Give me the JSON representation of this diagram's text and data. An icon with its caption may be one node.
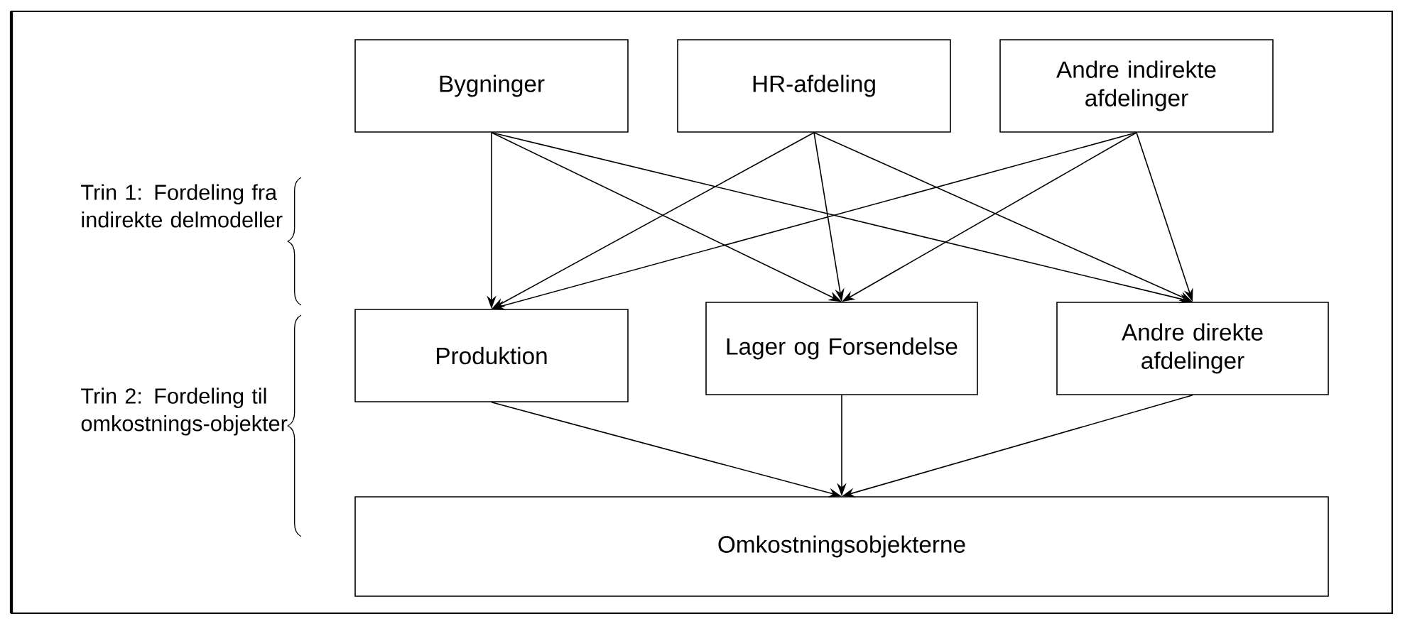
{
  "diagram": {
    "nodes": [
      {
        "text": [
          "Bygninger"
        ]
      },
      {
        "text": [
          "HR-afdeling"
        ]
      },
      {
        "text": [
          "Andre indirekte afdelinger"
        ]
      },
      {
        "text": [
          "Produktion"
        ]
      },
      {
        "text": [
          "Lager og Forsendelse"
        ]
      },
      {
        "text": [
          "Andre direkte afdelinger"
        ]
      },
      {
        "text": [
          "Omkostningsobjekterne"
        ]
      }
    ],
    "edges": [
      {
        "from": 0,
        "to": 3,
        "arrow": "to"
      },
      {
        "from": 0,
        "to": 4,
        "arrow": "to"
      },
      {
        "from": 0,
        "to": 5,
        "arrow": "to"
      },
      {
        "from": 1,
        "to": 3,
        "arrow": "to"
      },
      {
        "from": 1,
        "to": 4,
        "arrow": "to"
      },
      {
        "from": 1,
        "to": 5,
        "arrow": "to"
      },
      {
        "from": 2,
        "to": 3,
        "arrow": "to"
      },
      {
        "from": 2,
        "to": 4,
        "arrow": "to"
      },
      {
        "from": 2,
        "to": 5,
        "arrow": "to"
      },
      {
        "from": 3,
        "to": 6,
        "arrow": "to"
      },
      {
        "from": 4,
        "to": 6,
        "arrow": "to"
      },
      {
        "from": 5,
        "to": 6,
        "arrow": "to"
      }
    ],
    "labels": [
      "Trin 1: Fordeling fra indirekte delmodeller",
      "Trin 2: Fordeling til omkostnings-objekter"
    ]
  }
}
